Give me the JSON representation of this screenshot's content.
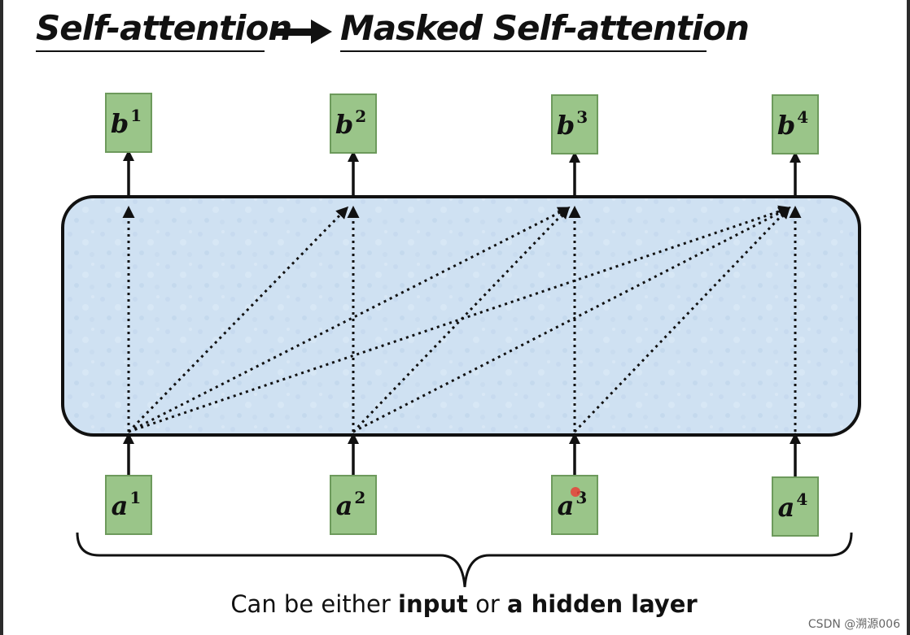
{
  "title": {
    "left": "Self-attention",
    "right": "Masked Self-attention"
  },
  "outputs": [
    {
      "letter": "b",
      "index": "1"
    },
    {
      "letter": "b",
      "index": "2"
    },
    {
      "letter": "b",
      "index": "3"
    },
    {
      "letter": "b",
      "index": "4"
    }
  ],
  "inputs": [
    {
      "letter": "a",
      "index": "1"
    },
    {
      "letter": "a",
      "index": "2"
    },
    {
      "letter": "a",
      "index": "3"
    },
    {
      "letter": "a",
      "index": "4"
    }
  ],
  "caption": {
    "prefix": "Can be either ",
    "bold1": "input",
    "middle": " or ",
    "bold2": "a hidden layer"
  },
  "watermark": "CSDN @溯源006",
  "colors": {
    "box_fill": "#9ac589",
    "box_stroke": "#6d9a5c",
    "block_fill": "#cfe1f2",
    "block_stroke": "#111111",
    "cursor_dot": "#e8413a"
  }
}
